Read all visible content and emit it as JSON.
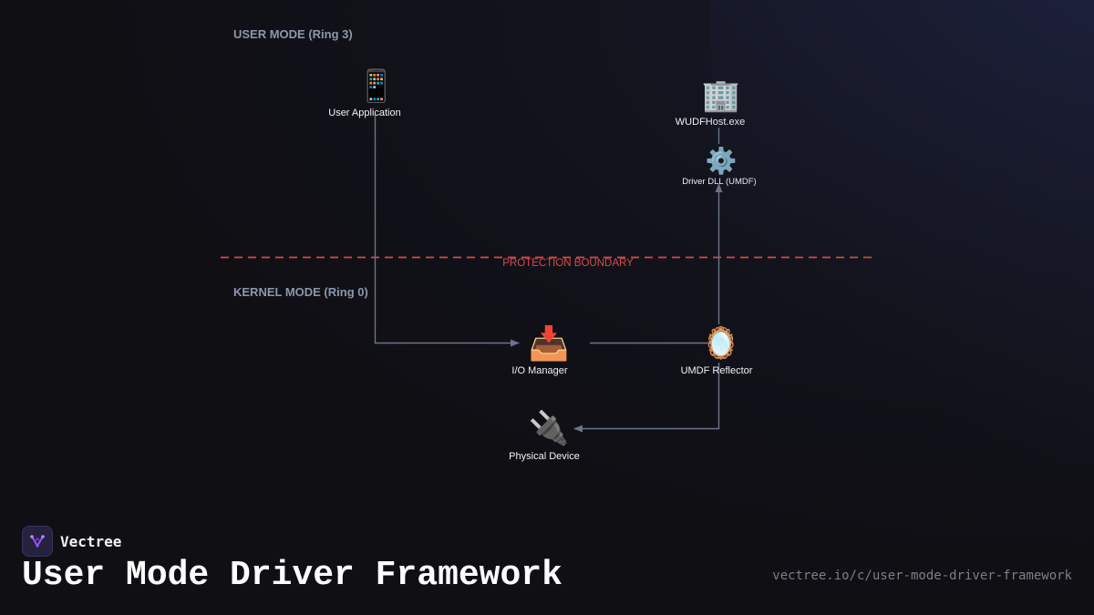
{
  "diagram": {
    "modes": {
      "user": "USER MODE (Ring 3)",
      "kernel": "KERNEL MODE (Ring 0)"
    },
    "boundary": {
      "label": "PROTECTION BOUNDARY",
      "color": "#d94848"
    },
    "nodes": {
      "user_application": {
        "label": "User Application",
        "icon": "mobile-phone-icon",
        "glyph": "📱"
      },
      "wudfhost": {
        "label": "WUDFHost.exe",
        "icon": "office-building-icon",
        "glyph": "🏢"
      },
      "driver_dll": {
        "label": "Driver DLL (UMDF)",
        "icon": "gear-icon",
        "glyph": "⚙️"
      },
      "io_manager": {
        "label": "I/O Manager",
        "icon": "inbox-tray-icon",
        "glyph": "📥"
      },
      "umdf_reflector": {
        "label": "UMDF Reflector",
        "icon": "mirror-icon",
        "glyph": "🪞"
      },
      "physical_device": {
        "label": "Physical Device",
        "icon": "electric-plug-icon",
        "glyph": "🔌"
      }
    },
    "edges": [
      {
        "from": "User Application",
        "to": "I/O Manager"
      },
      {
        "from": "I/O Manager",
        "to": "UMDF Reflector"
      },
      {
        "from": "UMDF Reflector",
        "to": "Driver DLL (UMDF)"
      },
      {
        "from": "UMDF Reflector",
        "to": "Physical Device"
      }
    ],
    "edge_color": "#6b7588"
  },
  "footer": {
    "brand": "Vectree",
    "title": "User Mode Driver Framework",
    "url": "vectree.io/c/user-mode-driver-framework"
  }
}
